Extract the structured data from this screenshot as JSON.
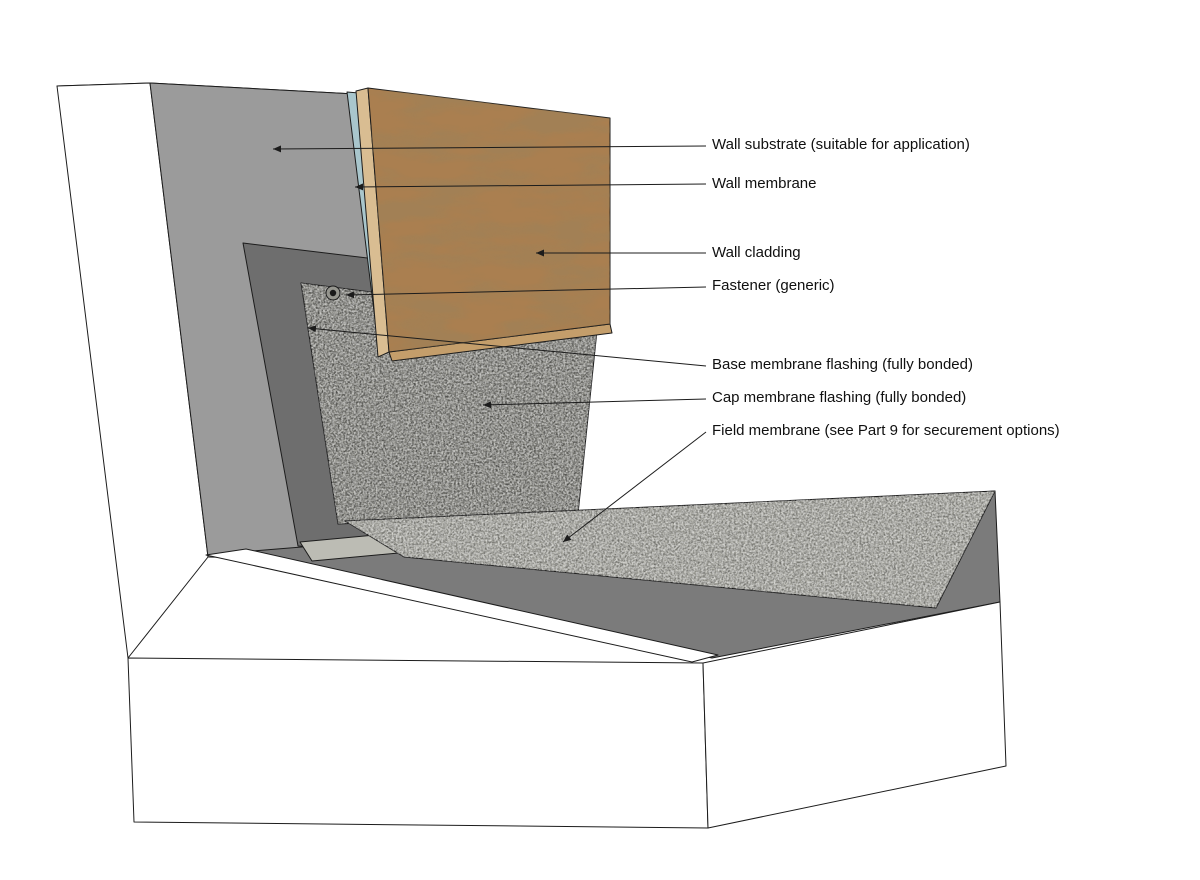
{
  "diagram": {
    "background": "#ffffff",
    "labels": [
      {
        "id": "wall-substrate",
        "text": "Wall substrate (suitable for application)"
      },
      {
        "id": "wall-membrane",
        "text": "Wall membrane"
      },
      {
        "id": "wall-cladding",
        "text": "Wall cladding"
      },
      {
        "id": "fastener",
        "text": "Fastener (generic)"
      },
      {
        "id": "base-membrane-flashing",
        "text": "Base membrane flashing (fully bonded)"
      },
      {
        "id": "cap-membrane-flashing",
        "text": "Cap membrane flashing (fully bonded)"
      },
      {
        "id": "field-membrane",
        "text": "Field membrane (see Part 9 for securement options)"
      }
    ],
    "colors": {
      "concrete": "#ffffff",
      "substrate": "#9b9b9b",
      "wall_membrane": "#a9c6cc",
      "cladding": "#aa7f50",
      "cladding_edge": "#d9bd92",
      "cladding_bottom": "#c49e6b",
      "base_flashing": "#6e6e6e",
      "cap_flashing": "#94948d",
      "field_membrane": "#b1b1a9",
      "lap_sheet": "#bcbcb4",
      "deck_band": "#7b7b7b",
      "fastener_ring": "#95958e",
      "fastener_center": "#1a1a1a",
      "line": "#1c1c1c"
    }
  }
}
